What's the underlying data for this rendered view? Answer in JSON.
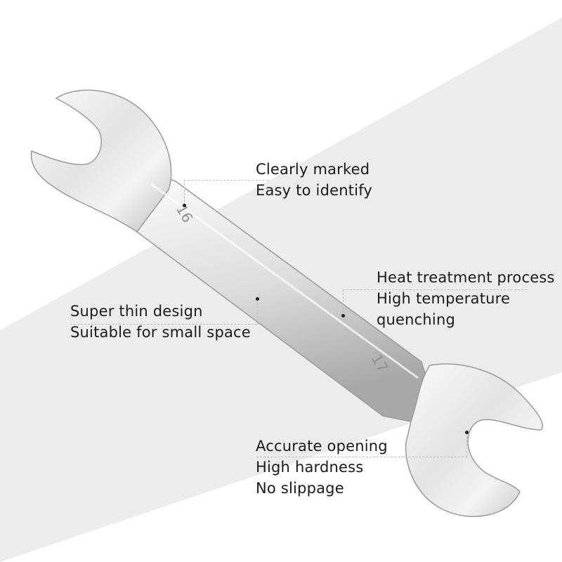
{
  "product": {
    "small_size_mark": "16",
    "large_size_mark": "17"
  },
  "callouts": {
    "top_right": {
      "line1": "Clearly marked",
      "line2": "Easy to identify"
    },
    "left": {
      "line1": "Super thin design",
      "line2": "Suitable for small space"
    },
    "right": {
      "line1": "Heat treatment process",
      "line2": "High temperature",
      "line3": "quenching"
    },
    "bottom": {
      "line1": "Accurate opening",
      "line2": "High hardness",
      "line3": "No slippage"
    }
  },
  "colors": {
    "background_band": "#ececec",
    "wrench_light": "#f7f7f7",
    "wrench_mid": "#d9d9d9",
    "wrench_dark": "#a9a9a9",
    "guide_line": "#bdbdbd",
    "text": "#1a1a1a"
  }
}
